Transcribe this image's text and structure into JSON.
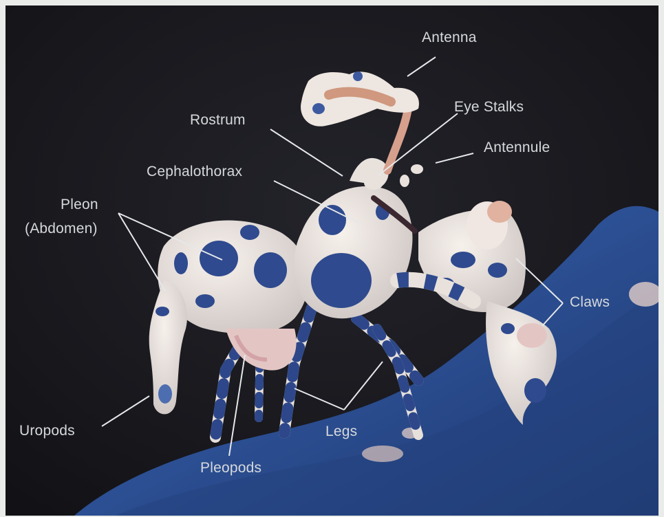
{
  "labels": {
    "antenna": "Antenna",
    "eye_stalks": "Eye Stalks",
    "rostrum": "Rostrum",
    "antennule": "Antennule",
    "cephalothorax": "Cephalothorax",
    "pleon": "Pleon",
    "abdomen": "(Abdomen)",
    "claws": "Claws",
    "uropods": "Uropods",
    "legs": "Legs",
    "pleopods": "Pleopods"
  },
  "colors": {
    "background": "#17171c",
    "starfish": "#2b4c8c",
    "shrimp_body": "#e9e3de",
    "shrimp_spots": "#2f4a8e",
    "label_text": "#d6d9dc",
    "leader_lines": "#e6e8ea"
  }
}
